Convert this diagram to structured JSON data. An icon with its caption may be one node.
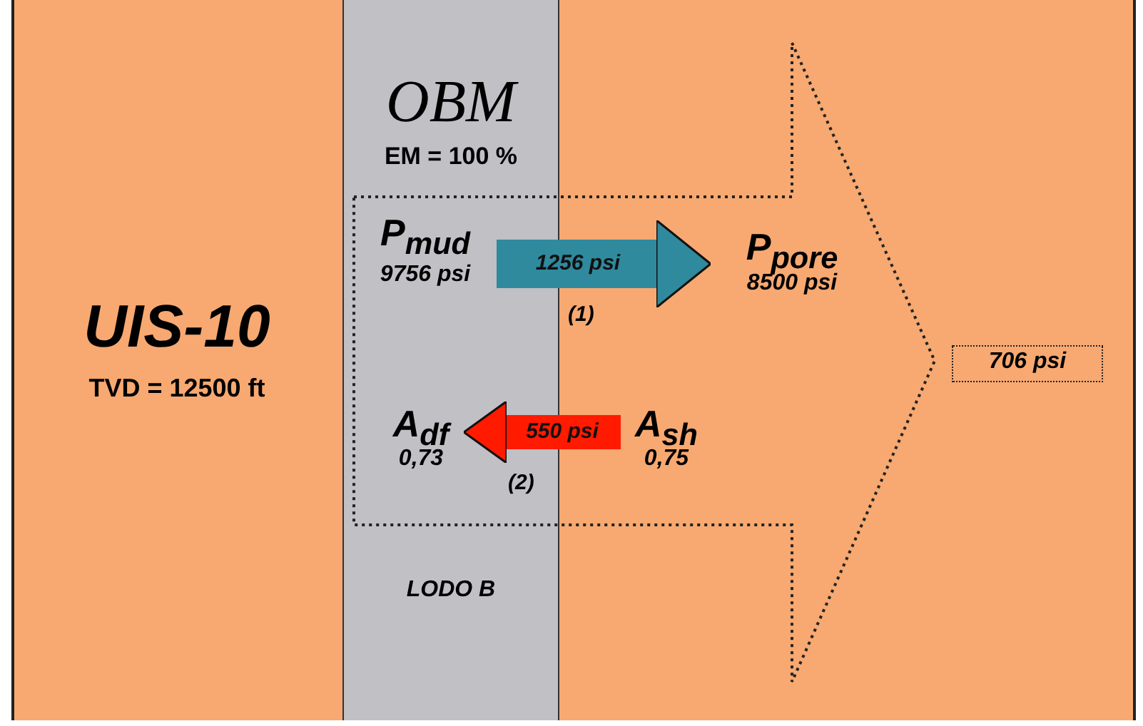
{
  "diagram": {
    "nodes": [
      {
        "text": [
          "UIS-10",
          "TVD = 12500 ft"
        ]
      },
      {
        "text": [
          "OBM",
          "EM = 100 %",
          "LODO B"
        ]
      },
      {
        "text": [],
        "shape": "arrow"
      },
      {
        "text": [
          "P$_{mud}$",
          "9756 psi"
        ],
        "in": 1
      },
      {
        "text": [
          "P$_{pore}$",
          "8500 psi"
        ],
        "in": 2
      },
      {
        "text": [
          "A$_{df}$",
          "0,73"
        ],
        "in": 1
      },
      {
        "text": [
          "A$_{sh}$",
          "0,75"
        ],
        "in": 2
      },
      {
        "text": [
          "706 psi"
        ]
      }
    ],
    "edges": [
      {
        "from": 3,
        "to": 4,
        "arrow": "to",
        "label": "1256 psi",
        "color": "#2f8a9e"
      },
      {
        "from": 6,
        "to": 5,
        "arrow": "to",
        "label": "550 psi",
        "color": "#ff1a00"
      }
    ],
    "labels": [
      "(1)",
      "(2)"
    ]
  }
}
